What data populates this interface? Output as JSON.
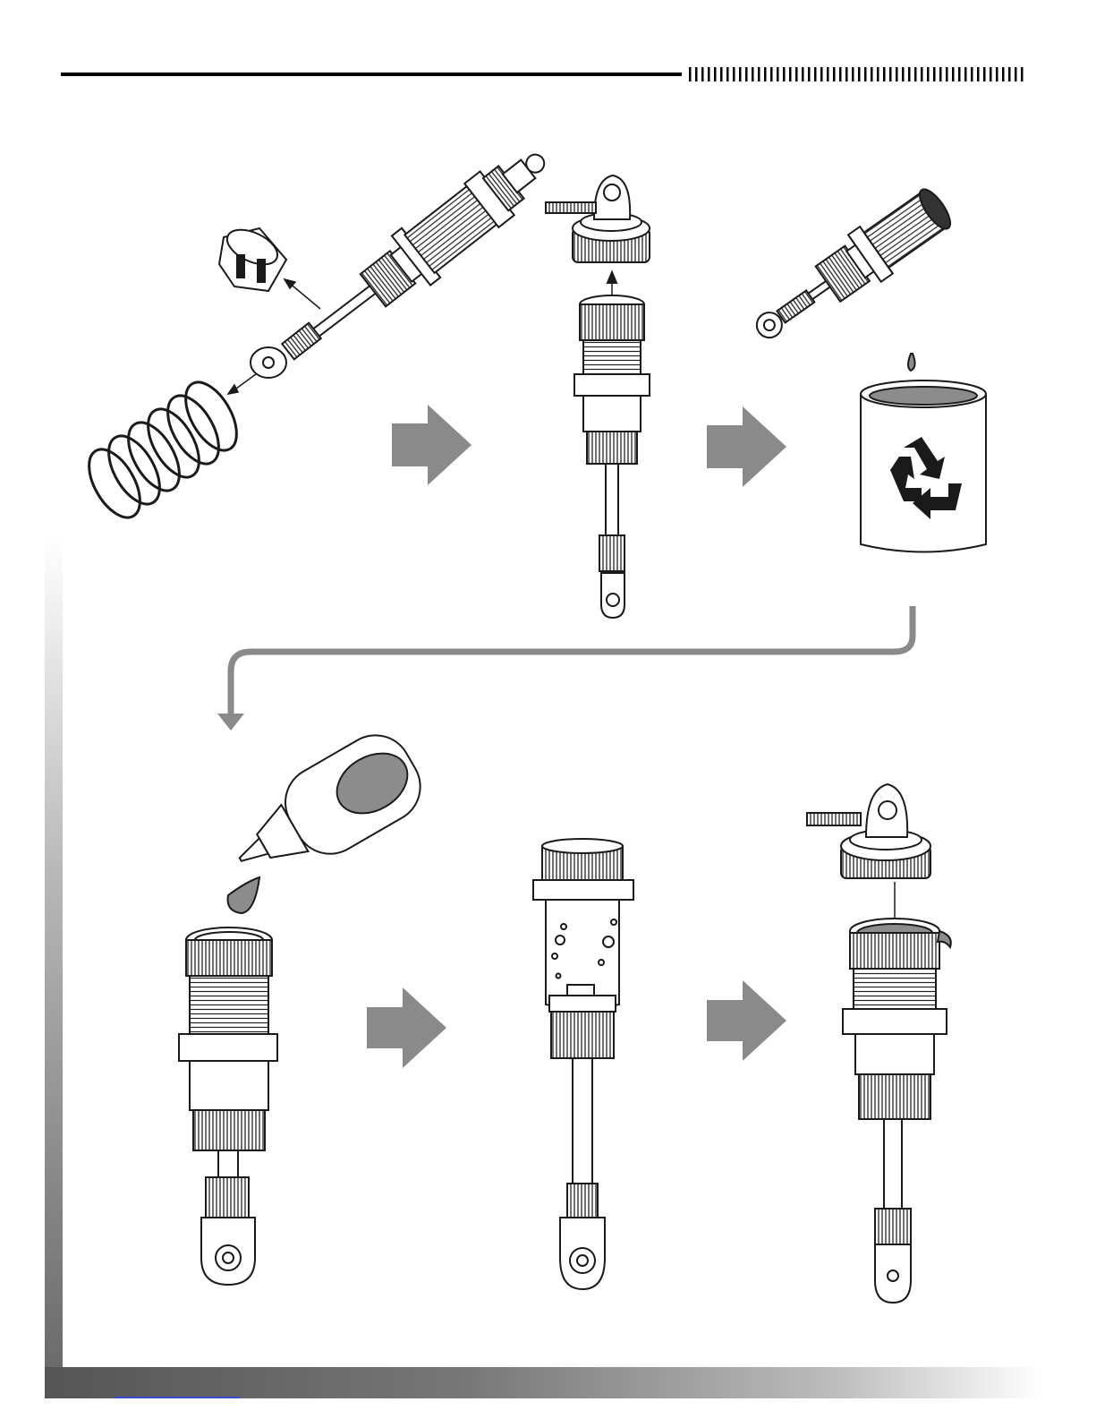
{
  "page": {
    "steps": [
      {
        "id": "remove-spring-and-collar"
      },
      {
        "id": "remove-top-cap"
      },
      {
        "id": "drain-oil-into-recycle-container"
      },
      {
        "id": "fill-with-new-oil"
      },
      {
        "id": "let-air-bubbles-rise"
      },
      {
        "id": "reinstall-top-cap"
      }
    ],
    "icons": {
      "recycle": "recycle-icon",
      "next": "right-arrow-icon",
      "flow": "curved-arrow-icon"
    },
    "colors": {
      "arrow_fill": "#8a8a8a",
      "line_art": "#1a1a1a",
      "oil": "#8c8c8c",
      "header_rule": "#000000"
    }
  }
}
